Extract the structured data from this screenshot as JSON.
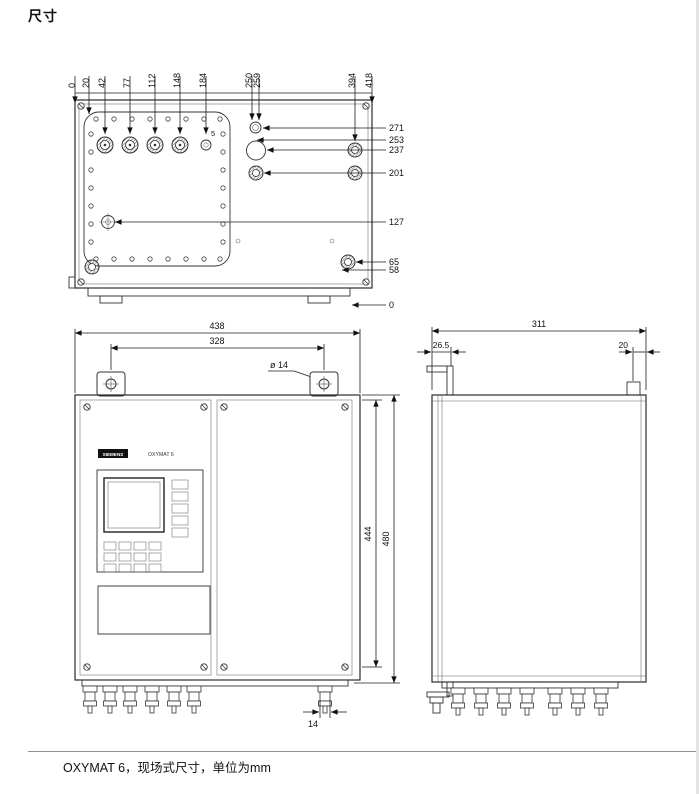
{
  "page": {
    "title": "尺寸",
    "caption": "OXYMAT 6，现场式尺寸，单位为mm"
  },
  "top_view": {
    "horizontal_dims": [
      "0",
      "20",
      "42",
      "77",
      "112",
      "148",
      "184",
      "250",
      "259",
      "394",
      "418"
    ],
    "vertical_dims": [
      "271",
      "253",
      "237",
      "201",
      "127",
      "65",
      "58",
      "0"
    ],
    "note": "5"
  },
  "front_view": {
    "overall_width": "438",
    "mounting_hole_spacing": "328",
    "mounting_hole_diameter": "ø 14",
    "door_height": "444",
    "overall_height": "480",
    "bottom_connection_width": "14",
    "brand": "SIEMENS",
    "model": "OXYMAT 6"
  },
  "side_view": {
    "overall_depth": "311",
    "bracket_offset_front": "26.5",
    "bracket_offset_rear": "20"
  }
}
